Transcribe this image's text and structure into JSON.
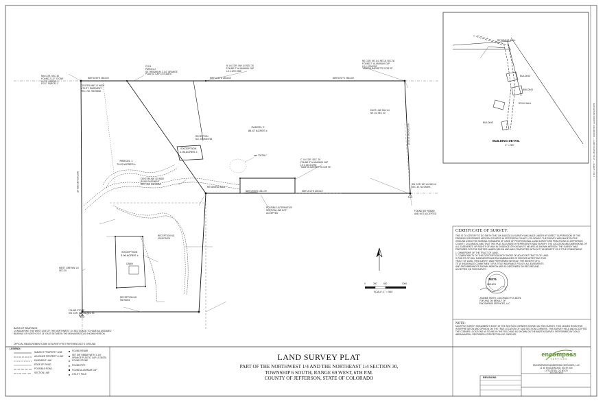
{
  "title_block": {
    "title": "LAND SURVEY PLAT",
    "line1": "PART OF THE NORTHWEST 1/4 AND THE NORTHEAST 1/4 SECTION 30,",
    "line2": "TOWNSHIP 6 SOUTH, RANGE 69 WEST, 6TH P.M.",
    "line3": "COUNTY OF JEFFERSON, STATE OF COLORADO"
  },
  "parcels": {
    "parcel1_name": "PARCEL 1",
    "parcel1_area": "70.03 ACRES ±",
    "parcel2_name": "PARCEL 2",
    "parcel2_area": "84.47 ACRES ±",
    "exception1_name": "EXCEPTION",
    "exception1_area": "1.06 ACRES ±",
    "exception2_name": "EXCEPTION",
    "exception2_area": "3.96 ACRES ±",
    "see_detail": "see \"DETAIL\"",
    "cabin": "CABIN"
  },
  "detail": {
    "title": "BUILDING DETAIL",
    "scale": "1\" = 50'",
    "building1": "BUILDING",
    "building2": "BUILDING",
    "building3": "BUILDING",
    "label_a": "RETAINING WALL",
    "label_b": "ROCK WALL"
  },
  "scale_bar": {
    "ticks": [
      "0",
      "250",
      "500",
      "1000"
    ],
    "scale_text": "SCALE: 1\" = 500'"
  },
  "certificate": {
    "heading": "CERTIFICATE OF SURVEY:",
    "body": "THIS IS TO CERTIFY TO DO SMITH THAT ON 6/15/2021 A SURVEY WAS MADE UNDER MY DIRECT SUPERVISION OF THE PREMISES DESCRIBED HEREON SITUATED IN JEFFERSON COUNTY, COLORADO. THE SURVEY WAS MADE ON THE GROUND USING THE NORMAL STANDARD OF CARE OF PROFESSIONAL LAND SURVEYORS PRACTICING IN JEFFERSON COUNTY, COLORADO, AND THAT THIS PLAT ACCURATELY REPRESENTS SAID SURVEY. THE LOCATION AND DIMENSIONS OF ALL EASEMENTS OR RIGHTS OF WAY IN EVIDENCE OR KNOWN TO ME ARE AS SHOWN HEREON. THE SURVEY WAS PREPARED FOR THE PARTIES NAMED BELOW AND WAS COMPLETED WITHOUT THE BENEFIT OF A TITLE COMMITMENT.",
    "item1": "1. OWNERSHIP OF THE TRACT OF LAND.",
    "item2": "2. COMPATIBILITY OF THIS DESCRIPTION WITH THOSE OF ADJACENT TRACTS OF LAND.",
    "item3": "3. RIGHTS OF WAY, EASEMENTS AND ENCUMBRANCES OF RECORD AFFECTING THIS TRACT OF LAND. THIS SURVEY WAS PERFORMED WITHOUT THE BENEFIT OF A TITLE INSURANCE COMMITMENT OR A TITLE INSURANCE POLICY. ALL EASEMENTS AND ENCUMBRANCES SHOWN HEREON ARE AS DESCRIBED ON RECORD AND ACCEPTED ON THIS SURVEY.",
    "seal_num": "38376",
    "seal_date": "06/15/21",
    "signer": "JOANNE SMITH, COLORADO PLS 38376",
    "signer2": "FOR AND ON BEHALF OF",
    "signer3": "ENCOMPASS SERVICES, LLC"
  },
  "note": {
    "heading": "NOTE:",
    "body": "MULTIPLE SURVEY MONUMENTS EXIST AT THE SECTION CORNERS SHOWN ON THIS SURVEY. THIS LEAVES ROOM FOR INTERPRETATION AND OPINION ON THE TRUE LOCATION OF SAID SECTION CORNERS. THIS SURVEY HELD AND ACCEPTED THE CORNER LOCATIONS AS FOUND IN THE FIELD AND AS SHOWN ON THE MARTIN SURVEY, PERFORMED BY DOUG ABRAHAMSON, RECORDED AT RECEPTION NO. 93022422."
  },
  "basis": {
    "heading": "BASIS OF BEARINGS:",
    "body": "CONSIDERING THE WEST LINE OF THE NORTHWEST 1/4 SECTION 30 TO HAVE AN ASSUMED BEARING OF NORTH 0°19' 24\" EAST BETWEEN THE MONUMENTS AS SHOWN HEREON.",
    "note2": "OFFICIAL MEASUREMENTS ARE IN SURVEY FEET REFERENCED TO GROUND"
  },
  "legend": {
    "heading": "LEGEND:",
    "lines": [
      "SUBJECT PROPERTY LINE",
      "ADJOINER PROPERTY LINE",
      "EASEMENT LINE",
      "EDGE OF ROAD",
      "POSSIBLE ROAD",
      "SECTION LINE"
    ],
    "symbols": [
      "FOUND REBAR",
      "SET 5/8\" REBAR WITH 1-1/4\" ORANGE PLASTIC CAP LS 38376",
      "FOUND STONE",
      "FOUND PIPE",
      "FOUND ALUMINUM CAP",
      "UTILITY POLE"
    ]
  },
  "logo": {
    "name": "encompass",
    "tagline": "SERVICES",
    "company": "ENCOMPASS ENGINEERING SERVICES, LLC",
    "address1": "11 W. ENGLEWOOD, SUITE 000",
    "address2": "LITTLETON, CO 80120",
    "phone": "303.000.0000"
  },
  "revisions": {
    "heading": "REVISIONS"
  },
  "side_text": "JEFFERSON COUNTY, COLORADO — LAND SURVEY PLAT — SHEET 1 OF 1",
  "plat_labels": {
    "nw_corner": "NW COR. SEC 30\nFOUND 2-1/2\" STONE\nN.G.S. PARCEL 1\nP.O.C. PARCEL 2",
    "n_quarter": "N 1/4 COR. NW 1/4 SEC 30\nFOUND 2\" ALUMINUM CAP\nLS # 12/9 1985",
    "ne_corner": "NE COR. NE 1/4, NE 1/4 SEC 30\nFOUND 2\" ALUMINUM CAP\nLS # 12/9/1992\n\"MARTIN BARRETTS COR 93\"",
    "pob": "P.O.B.\nPARCEL 2\nSET REBAR W/ 1-1/4\" ORANGE\nPLASTIC CAP LS # 38376",
    "bearing_top1": "N89°34'39\"E  2543.04'",
    "bearing_top2": "N89°14'42\"E  2543.62'",
    "bearing_top3": "N89°51'57\"E  2534.00'",
    "bearing_mid": "S89°14'12\"E  1253.13'",
    "bearing_mid2": "N89°19'05\"E  1331.76'",
    "bearing_east": "S00°33'43\"W  1310.03'",
    "bearing_west": "N00°19'24\"E  2502.42'",
    "centerline_util": "CENTERLINE 10' WIDE\nUTILITY EASEMENT\nREC. NO. 96078862",
    "road_easement": "CENTERLINE 30' WIDE\nROAD EASEMENT\nREC. NO. 93078004",
    "retaining_wall": "RETAINING WALL",
    "reception": "RECEPTION\nNO. 2019049763",
    "possible_row": "POSSIBLE ALTERNATIVE\nSECTION LINE NOT\nACCEPTED",
    "found_rebar": "FOUND 5/8\" REBAR\nAND NOT ACCEPTED",
    "center_quarter": "C 1/4 COR. SEC. 30\nFOUND 3\" ALUMINUM CAP\nLS # 13/13/1992\n\"MARTIN BARRETTS COR 94\"",
    "s_cor": "SW COR. NE 1/4 NW 1/4\nSEC 30, NO MARK",
    "east_line": "EAST LINE NW 1/4\nNE 1/4 SEC 30",
    "w_quarter": "WEST LINE NW 1/4\nSEC 30",
    "south_stone": "FOUND STONE\nSW COR. NW 1/4 SEC 30",
    "exception_rec": "RECEPTION NO.\n93078004",
    "rec2": "RECEPTION NO.\n2019071628"
  }
}
